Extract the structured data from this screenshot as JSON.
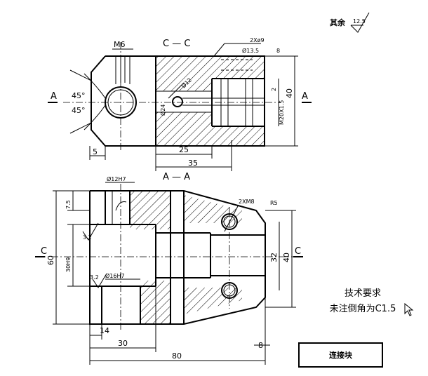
{
  "finish_note": {
    "text": "其余",
    "symbol_value": "12.5"
  },
  "sections": {
    "top": "C — C",
    "bottom": "A — A"
  },
  "section_letters": {
    "a": "A",
    "c": "C"
  },
  "top_view_dims": {
    "m6": "M6",
    "angle1": "45°",
    "angle2": "45°",
    "five": "5",
    "twenty_five": "25",
    "thirty_five": "35",
    "forty": "40",
    "phi24": "Ø24",
    "phi12": "Ø12",
    "two": "2",
    "m20": "M20X1.5",
    "holes": "2Xø9",
    "cbore": "Ø13.5",
    "cbore_depth": "8"
  },
  "bottom_view_dims": {
    "phi12h7": "Ø12H7",
    "d75": "7.5",
    "r32a": "3.2",
    "d30h9": "30H9",
    "d60": "60",
    "r32b": "3.2",
    "phi16h7": "Ø16H7",
    "d14": "14",
    "d30": "30",
    "d80": "80",
    "d8": "8",
    "m8": "2XM8",
    "r5": "R5",
    "d32": "32",
    "d40": "40"
  },
  "notes": {
    "title": "技术要求",
    "line1": "未注倒角为C1.5"
  },
  "title_block": {
    "text": "连接块"
  }
}
